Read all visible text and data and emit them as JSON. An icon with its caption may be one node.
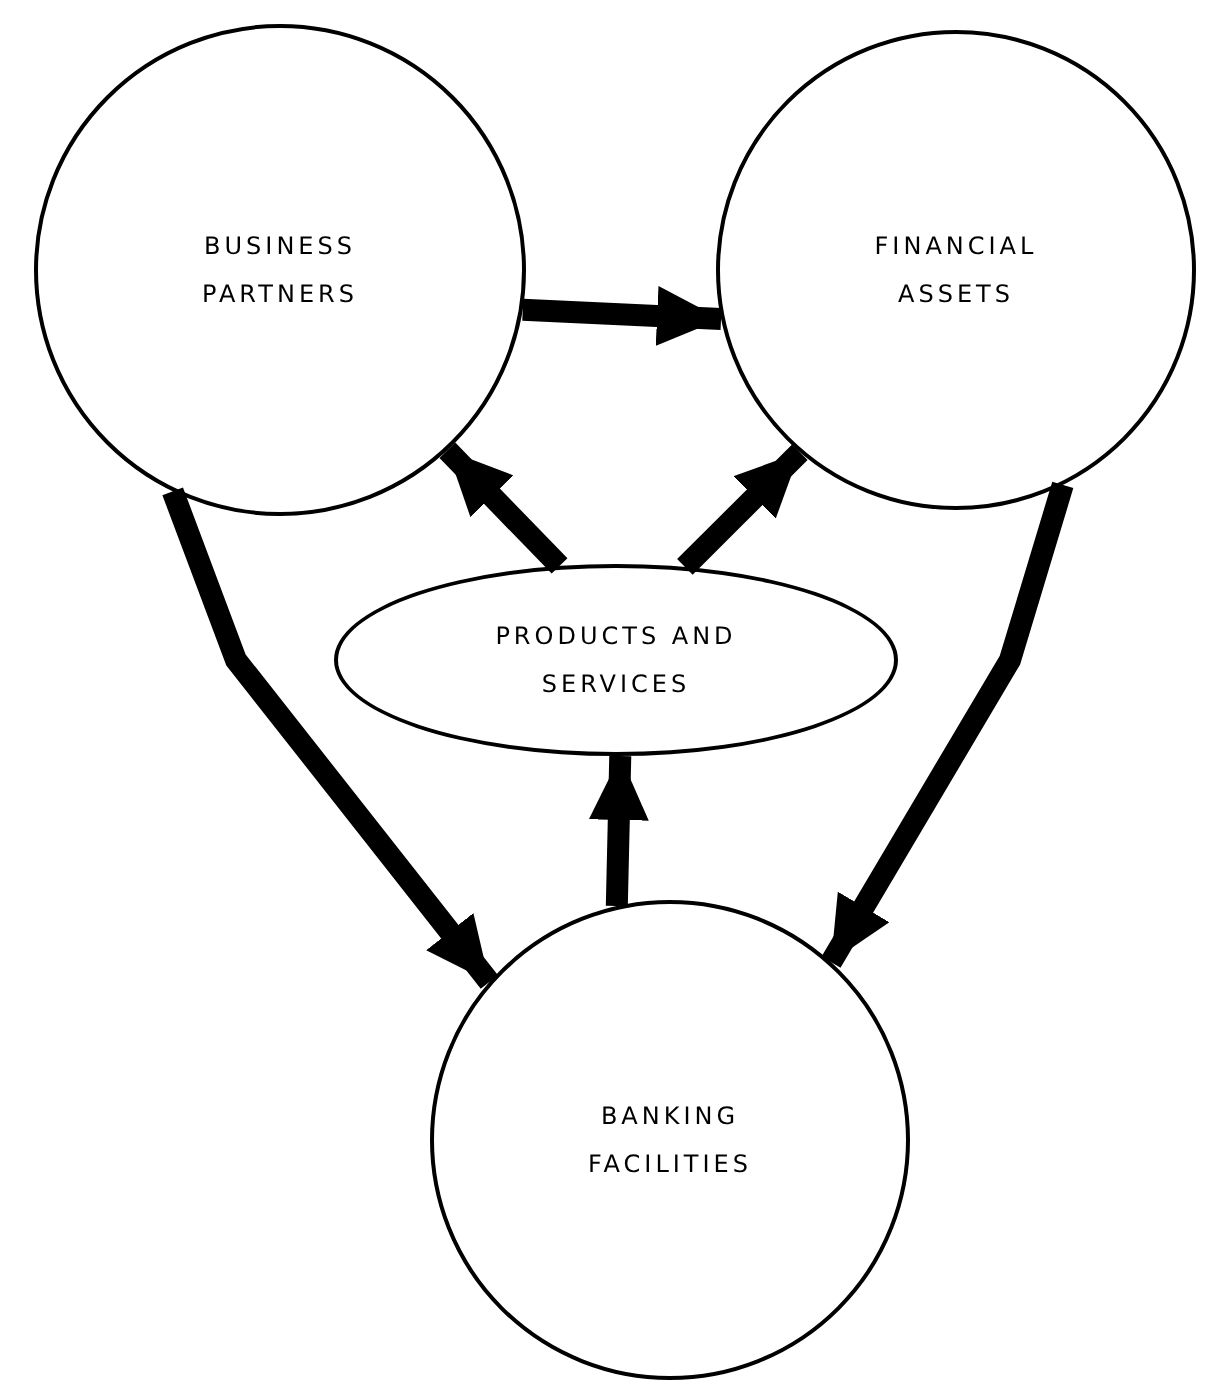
{
  "diagram": {
    "nodes": [
      {
        "text": [
          "BUSINESS PARTNERS"
        ]
      },
      {
        "text": [
          "FINANCIAL ASSETS"
        ]
      },
      {
        "text": [
          "PRODUCTS AND SERVICES"
        ]
      },
      {
        "text": [
          "BANKING FACILITIES"
        ]
      }
    ],
    "edges": [
      {
        "from": 0,
        "to": 1,
        "arrow": "to"
      },
      {
        "from": 2,
        "to": 0,
        "arrow": "to"
      },
      {
        "from": 2,
        "to": 1,
        "arrow": "to"
      },
      {
        "from": 0,
        "to": 3,
        "arrow": "to"
      },
      {
        "from": 1,
        "to": 3,
        "arrow": "to"
      },
      {
        "from": 3,
        "to": 2,
        "arrow": "to"
      }
    ]
  }
}
